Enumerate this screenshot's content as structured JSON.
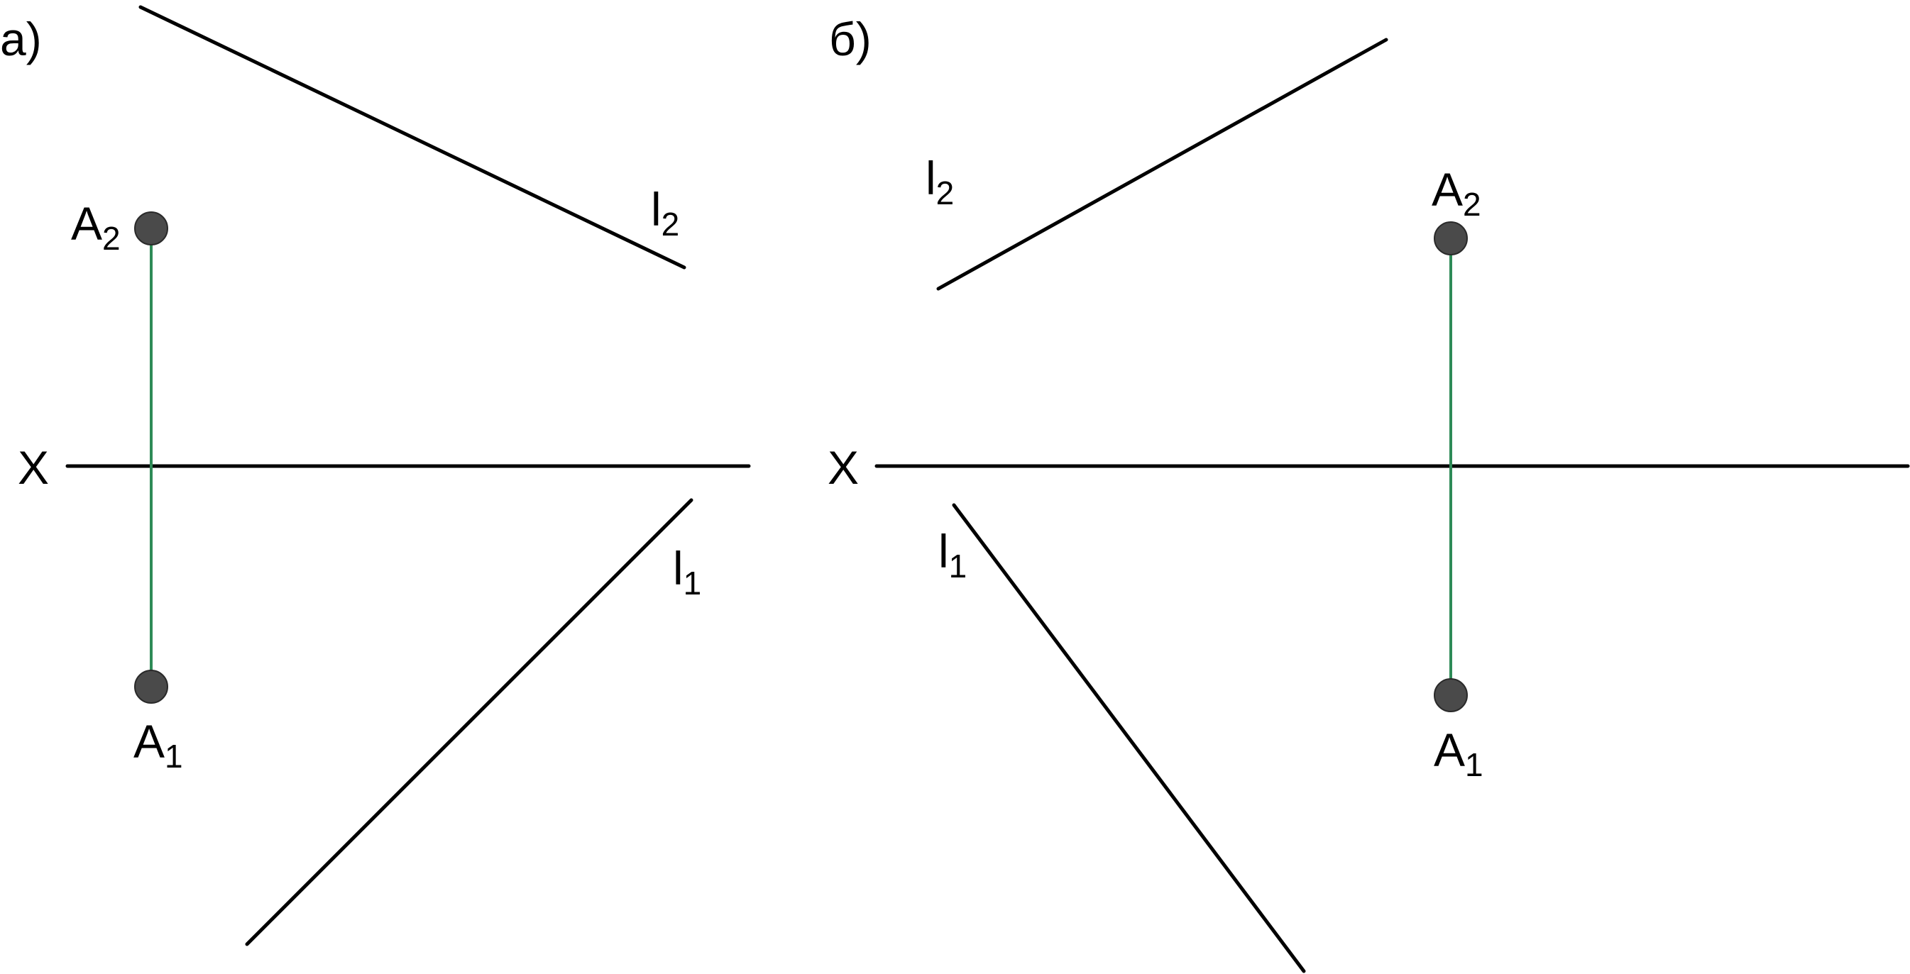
{
  "panels": [
    {
      "id": "a",
      "panel_label": "a)",
      "axis_label": "X",
      "line_proj_2": {
        "base": "l",
        "sub": "2"
      },
      "line_proj_1": {
        "base": "l",
        "sub": "1"
      },
      "point_proj_2": {
        "base": "A",
        "sub": "2"
      },
      "point_proj_1": {
        "base": "A",
        "sub": "1"
      }
    },
    {
      "id": "b",
      "panel_label": "б)",
      "axis_label": "X",
      "line_proj_2": {
        "base": "l",
        "sub": "2"
      },
      "line_proj_1": {
        "base": "l",
        "sub": "1"
      },
      "point_proj_2": {
        "base": "A",
        "sub": "2"
      },
      "point_proj_1": {
        "base": "A",
        "sub": "1"
      }
    }
  ],
  "colors": {
    "line": "#000000",
    "link_line": "#2e8b57",
    "point_fill": "#4a4a4a"
  }
}
